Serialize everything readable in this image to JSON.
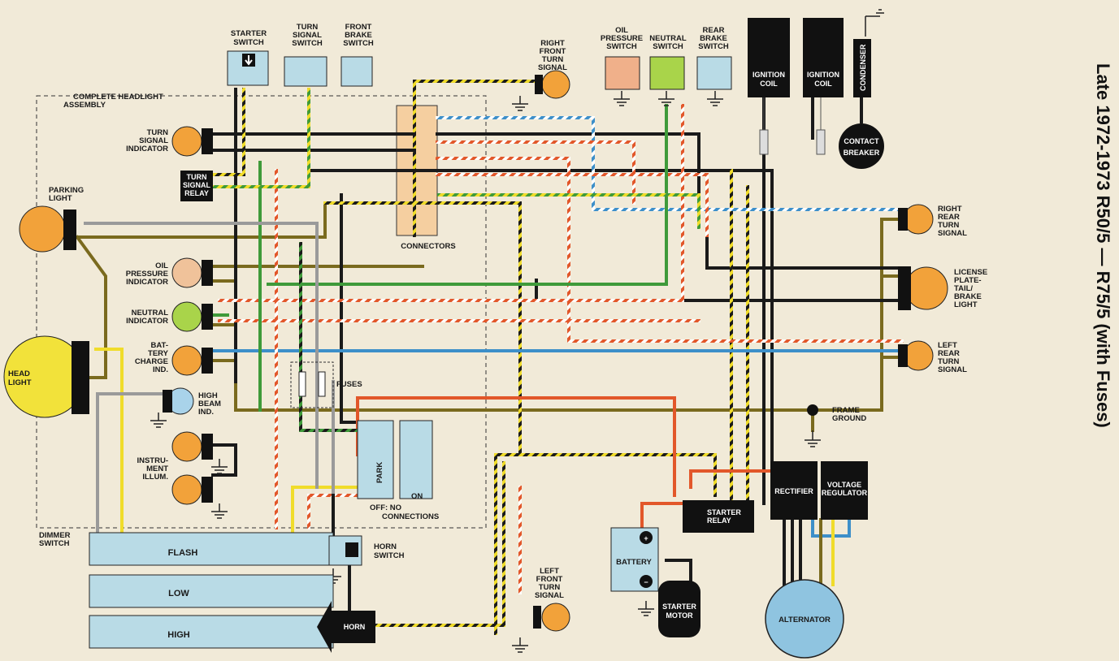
{
  "title": "Late 1972-1973 R50/5 — R75/5 (with Fuses)",
  "colors": {
    "paper": "#f1ead8",
    "component_blue": "#b9dbe6",
    "lamp_orange": "#f2a23a",
    "lamp_pink": "#f0c29a",
    "lamp_green": "#a9d44a",
    "lamp_blue": "#a9d3ea",
    "headlight_yellow": "#f2e23a",
    "alternator_blue": "#8fc4e0",
    "wire_black": "#1a1a1a",
    "wire_brown": "#7a6a1e",
    "wire_green": "#3f9a3a",
    "wire_blue": "#3d8fc9",
    "wire_red": "#e2572a",
    "wire_yellow": "#f0dc2a",
    "wire_gray": "#9a9a9a"
  },
  "labels": {
    "starter_switch": [
      "STARTER",
      "SWITCH"
    ],
    "turn_signal_switch": [
      "TURN",
      "SIGNAL",
      "SWITCH"
    ],
    "front_brake_switch": [
      "FRONT",
      "BRAKE",
      "SWITCH"
    ],
    "right_front_turn_signal": [
      "RIGHT",
      "FRONT",
      "TURN",
      "SIGNAL"
    ],
    "oil_pressure_switch": [
      "OIL",
      "PRESSURE",
      "SWITCH"
    ],
    "neutral_switch": [
      "NEUTRAL",
      "SWITCH"
    ],
    "rear_brake_switch": [
      "REAR",
      "BRAKE",
      "SWITCH"
    ],
    "ignition_coil_1": [
      "IGNITION",
      "COIL"
    ],
    "ignition_coil_2": [
      "IGNITION",
      "COIL"
    ],
    "condenser": "CONDENSER",
    "contact_breaker": [
      "CONTACT",
      "BREAKER"
    ],
    "complete_headlight_assembly": [
      "COMPLETE HEADLIGHT",
      "ASSEMBLY"
    ],
    "turn_signal_indicator": [
      "TURN",
      "SIGNAL",
      "INDICATOR"
    ],
    "turn_signal_relay": [
      "TURN",
      "SIGNAL",
      "RELAY"
    ],
    "parking_light": [
      "PARKING",
      "LIGHT"
    ],
    "oil_pressure_indicator": [
      "OIL",
      "PRESSURE",
      "INDICATOR"
    ],
    "neutral_indicator": [
      "NEUTRAL",
      "INDICATOR"
    ],
    "battery_charge_ind": [
      "BAT-",
      "TERY",
      "CHARGE",
      "IND."
    ],
    "head_light": [
      "HEAD",
      "LIGHT"
    ],
    "high_beam_ind": [
      "HIGH",
      "BEAM",
      "IND."
    ],
    "instrument_illum": [
      "INSTRU-",
      "MENT",
      "ILLUM."
    ],
    "connectors": "CONNECTORS",
    "fuses": "FUSES",
    "park": "PARK",
    "on": "ON",
    "off_no_connections": [
      "OFF: NO",
      "CONNECTIONS"
    ],
    "right_rear_turn_signal": [
      "RIGHT",
      "REAR",
      "TURN",
      "SIGNAL"
    ],
    "license_plate": [
      "LICENSE",
      "PLATE-",
      "TAIL/",
      "BRAKE",
      "LIGHT"
    ],
    "left_rear_turn_signal": [
      "LEFT",
      "REAR",
      "TURN",
      "SIGNAL"
    ],
    "frame_ground": [
      "FRAME",
      "GROUND"
    ],
    "dimmer_switch": [
      "DIMMER",
      "SWITCH"
    ],
    "flash": "FLASH",
    "low": "LOW",
    "high": "HIGH",
    "horn_switch": [
      "HORN",
      "SWITCH"
    ],
    "horn": "HORN",
    "left_front_turn_signal": [
      "LEFT",
      "FRONT",
      "TURN",
      "SIGNAL"
    ],
    "battery": "BATTERY",
    "starter_relay": [
      "STARTER",
      "RELAY"
    ],
    "starter_motor": [
      "STARTER",
      "MOTOR"
    ],
    "rectifier": "RECTIFIER",
    "voltage_regulator": [
      "VOLTAGE",
      "REGULATOR"
    ],
    "alternator": "ALTERNATOR",
    "plus": "+",
    "minus": "−"
  }
}
